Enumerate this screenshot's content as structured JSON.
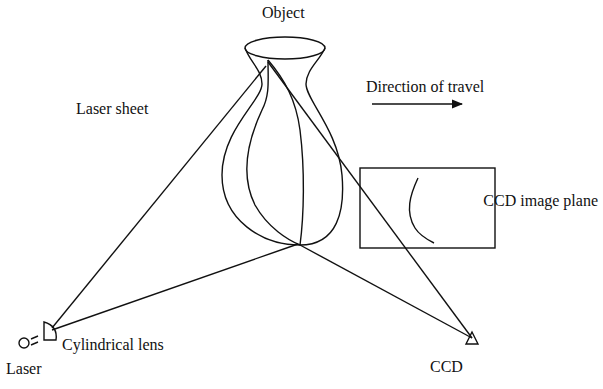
{
  "diagram": {
    "labels": [
      "Object",
      "Direction of travel",
      "Laser sheet",
      "CCD image plane",
      "Cylindrical lens",
      "Laser",
      "CCD"
    ]
  }
}
